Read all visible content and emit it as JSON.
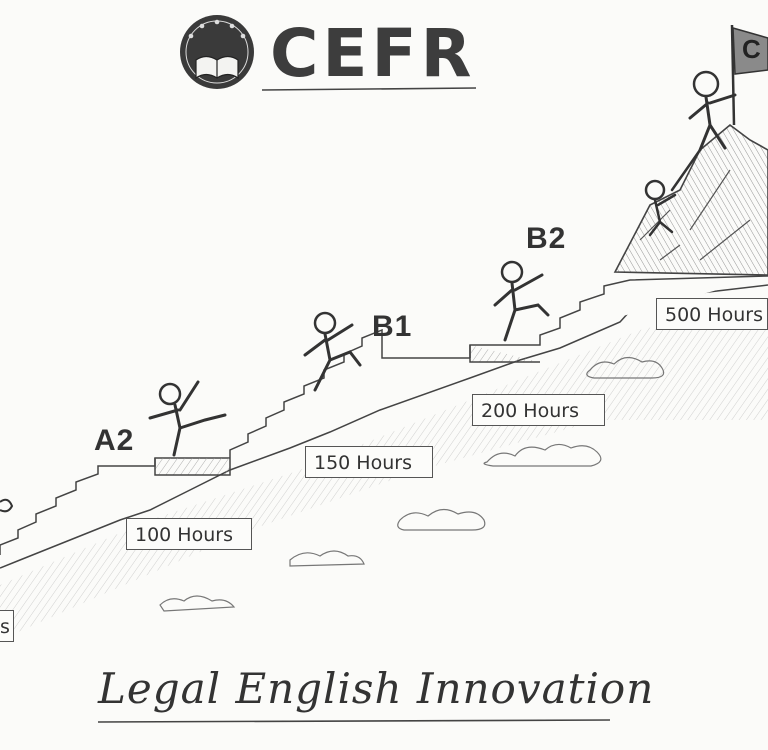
{
  "header": {
    "brand_text": "CEFR",
    "logo_icon": "eu-stars-book-icon"
  },
  "levels": [
    {
      "code": "A2",
      "hours": "100 Hours"
    },
    {
      "code": "B1",
      "hours": "150 Hours"
    },
    {
      "code": "B2",
      "hours": "200 Hours"
    },
    {
      "code": "C",
      "hours": "500 Hours"
    }
  ],
  "partial_left_box_text": "s",
  "footer": {
    "tagline": "Legal English Innovation"
  },
  "colors": {
    "background": "#fbfbf9",
    "ink": "#333333",
    "logo_fill": "#3a3a3a"
  }
}
